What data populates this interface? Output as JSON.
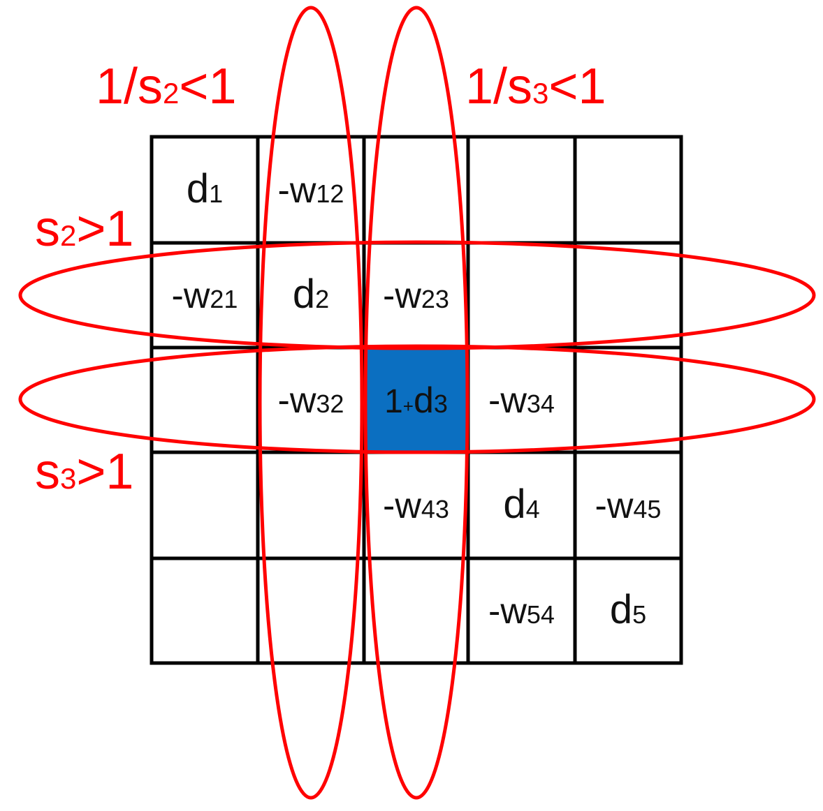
{
  "colors": {
    "grid": "#000000",
    "highlight": "#0B6FC1",
    "ellipse": "#FF0000",
    "annotation": "#FF0000",
    "text": "#111111"
  },
  "annotations": {
    "col2_ratio": {
      "prefix": "1/s",
      "sub": "2",
      "suffix": "<1"
    },
    "col3_ratio": {
      "prefix": "1/s",
      "sub": "3",
      "suffix": "<1"
    },
    "row2_scale": {
      "prefix": "s",
      "sub": "2",
      "suffix": ">1"
    },
    "row3_scale": {
      "prefix": "s",
      "sub": "3",
      "suffix": ">1"
    }
  },
  "matrix": {
    "rows": [
      [
        {
          "main": "d",
          "sub": "1"
        },
        {
          "main": "-w",
          "sub": "12"
        },
        null,
        null,
        null
      ],
      [
        {
          "main": "-w",
          "sub": "21"
        },
        {
          "main": "d",
          "sub": "2"
        },
        {
          "main": "-w",
          "sub": "23"
        },
        null,
        null
      ],
      [
        null,
        {
          "main": "-w",
          "sub": "32"
        },
        {
          "pre": "1",
          "plus": "+",
          "main": "d",
          "sub": "3",
          "highlight": true
        },
        {
          "main": "-w",
          "sub": "34"
        },
        null
      ],
      [
        null,
        null,
        {
          "main": "-w",
          "sub": "43"
        },
        {
          "main": "d",
          "sub": "4"
        },
        {
          "main": "-w",
          "sub": "45"
        }
      ],
      [
        null,
        null,
        null,
        {
          "main": "-w",
          "sub": "54"
        },
        {
          "main": "d",
          "sub": "5"
        }
      ]
    ]
  }
}
